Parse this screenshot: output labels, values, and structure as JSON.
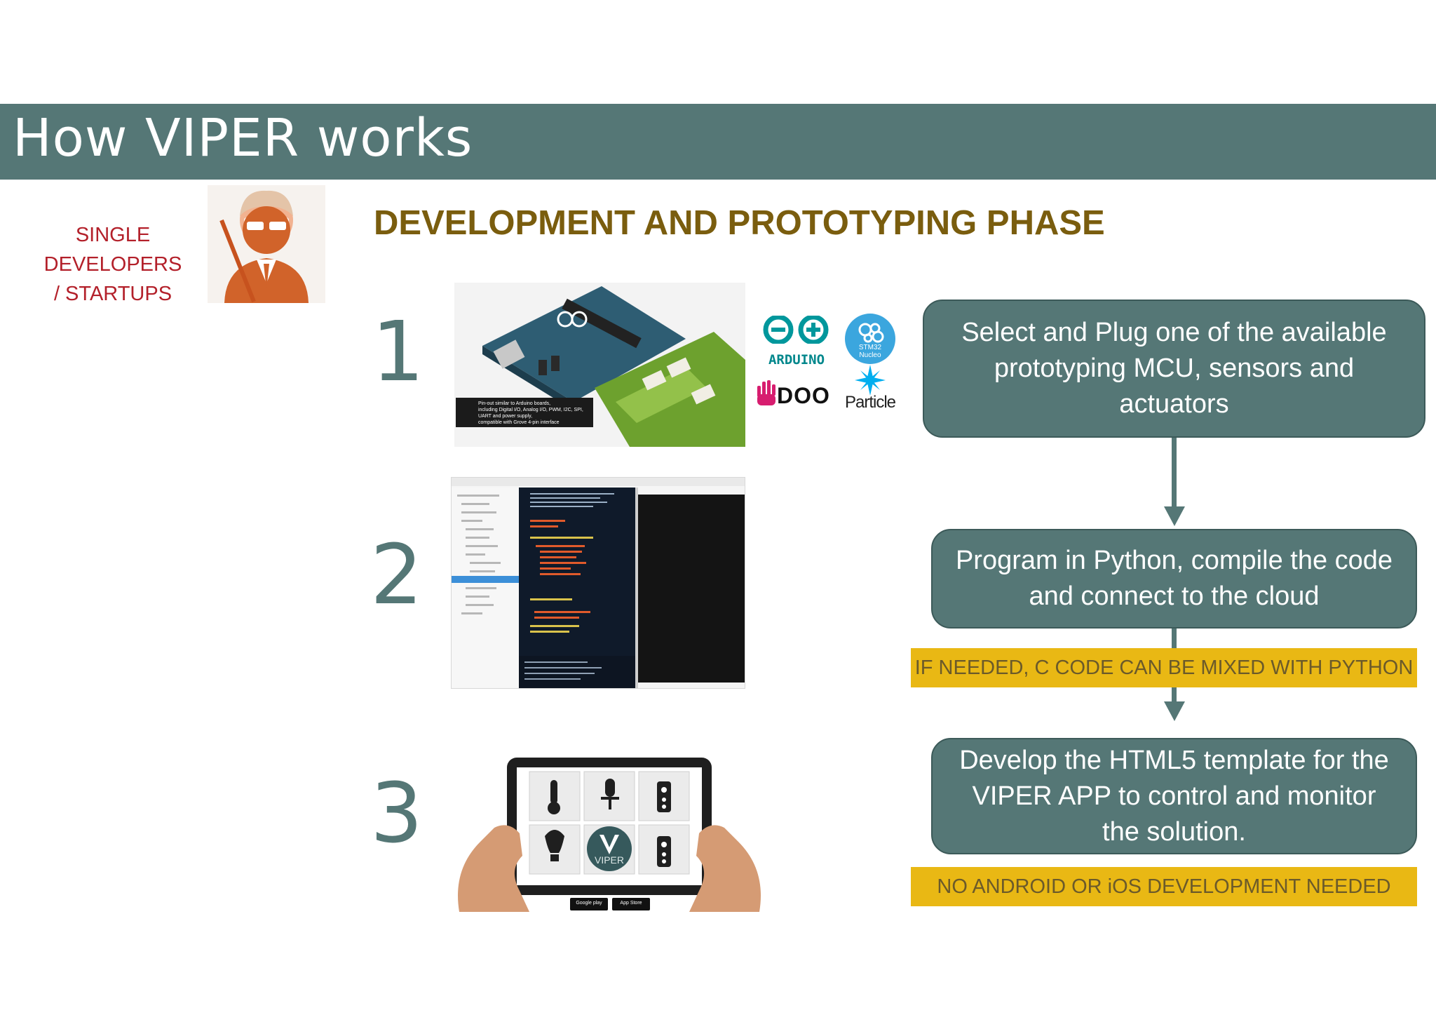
{
  "title": "How VIPER works",
  "audience": {
    "line1": "SINGLE DEVELOPERS",
    "line2": "/ STARTUPS",
    "icon": "teacher-icon"
  },
  "phase_heading": "DEVELOPMENT AND PROTOTYPING PHASE",
  "steps": [
    {
      "number": "1",
      "box": [
        "Select and Plug one of the available",
        "prototyping MCU, sensors and",
        "actuators"
      ]
    },
    {
      "number": "2",
      "box": [
        "Program in Python, compile the code",
        "and connect to the cloud"
      ]
    },
    {
      "number": "3",
      "box": [
        "Develop the HTML5 template for the",
        "VIPER APP to control and monitor",
        "the solution."
      ]
    }
  ],
  "notes": {
    "c_code": "IF NEEDED, C CODE CAN BE MIXED WITH PYTHON",
    "no_mobile": "NO ANDROID OR iOS DEVELOPMENT NEEDED"
  },
  "board_caption": [
    "Pin-out similar to Arduino boards,",
    "including Digital I/O, Analog I/O, PWM, I2C, SPI,",
    "UART and power supply,",
    "compatible with Grove 4-pin interface"
  ],
  "logos": {
    "arduino": "ARDUINO",
    "stm32": "STM32",
    "nucleo": "Nucleo",
    "udoo": "DOO",
    "particle": "Particle"
  },
  "tablet": {
    "viper": "VIPER",
    "google_play": "Google play",
    "app_store": "App Store"
  },
  "colors": {
    "band": "#557776",
    "heading": "#7a5d0e",
    "audience": "#b3202a",
    "note": "#e9b814"
  }
}
